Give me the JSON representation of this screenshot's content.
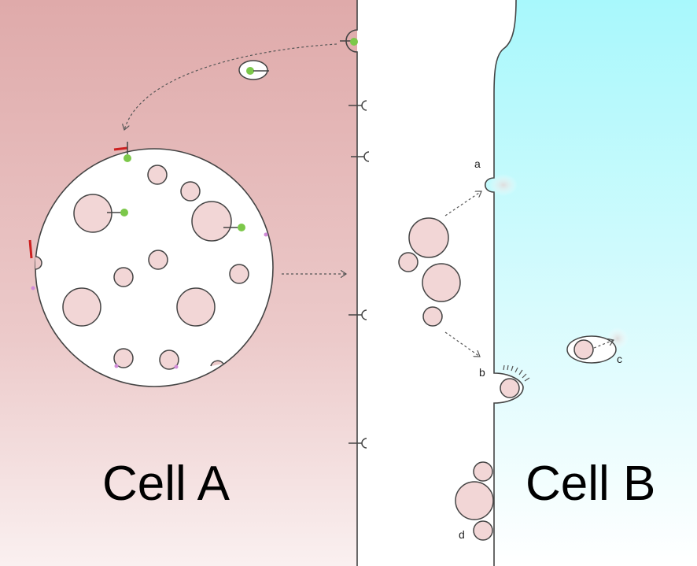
{
  "labels": {
    "cell_a": "Cell A",
    "cell_b": "Cell B",
    "a": "a",
    "b": "b",
    "c": "c",
    "d": "d"
  },
  "colors": {
    "cell_a_fill": "#dfaaaa",
    "cell_b_fill": "#a8f8fc",
    "vesicle_fill": "#f2d6d6",
    "ligand_green": "#7cc84a",
    "marker_red": "#cc2020",
    "marker_purple": "#d08ad8"
  }
}
